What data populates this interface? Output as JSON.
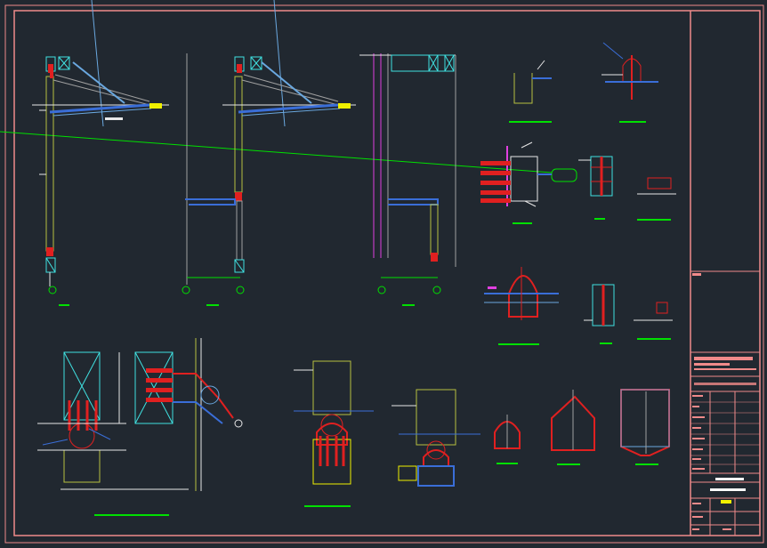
{
  "drawing": {
    "background": "#212830",
    "colors": {
      "frame": "#f08a8a",
      "steel": "#e02020",
      "cyan": "#40e0e0",
      "blue": "#3a6ed8",
      "white": "#e8e8e8",
      "green": "#00e000",
      "yellow": "#f0f000",
      "magenta": "#e040e0",
      "olive": "#b8c040",
      "gray": "#a0a0a0",
      "lightblue": "#6aa8e0"
    },
    "title_block": {
      "marks": [
        "highlight-bar",
        "white-bar",
        "yellow-bar"
      ]
    }
  }
}
